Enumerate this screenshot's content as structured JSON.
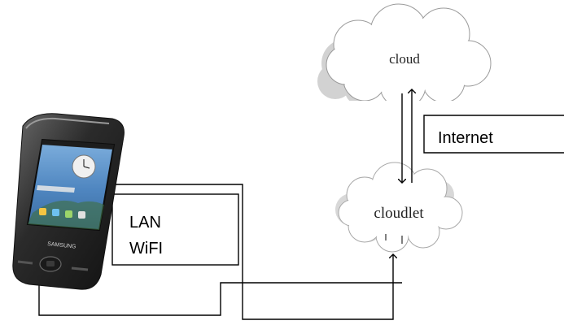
{
  "nodes": {
    "cloud": "cloud",
    "cloudlet": "cloudlet",
    "lan_box": {
      "line1": "LAN",
      "line2": "WiFI"
    },
    "internet_box": "Internet"
  },
  "device": {
    "brand": "SAMSUNG",
    "icon": "smartphone-icon"
  },
  "colors": {
    "line": "#000000",
    "cloud_fill": "#ffffff",
    "cloud_shadow": "#cfcfcf",
    "cloud_stroke": "#9a9a9a",
    "phone_body": "#2a2a2a",
    "screen_sky": "#5b8fc7"
  }
}
